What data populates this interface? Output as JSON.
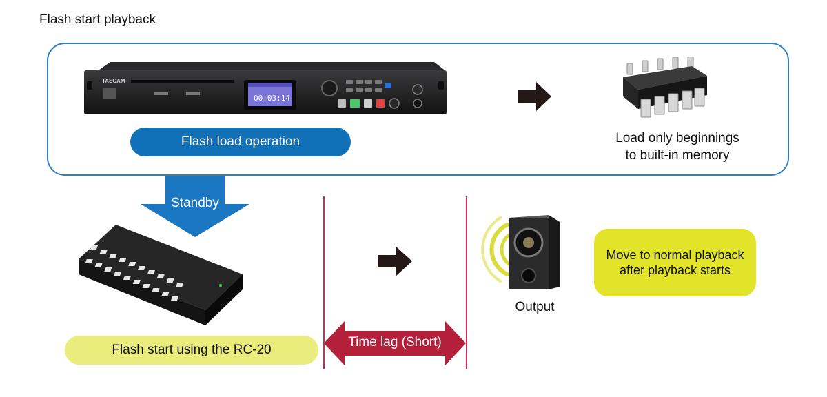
{
  "title": "Flash start playback",
  "flash_load_label": "Flash load operation",
  "memory_label_line1": "Load only beginnings",
  "memory_label_line2": "to built-in memory",
  "standby_label": "Standby",
  "rc20_label": "Flash start using the RC-20",
  "timelag_label": "Time lag (Short)",
  "output_label": "Output",
  "normal_playback_line1": "Move to normal playback",
  "normal_playback_line2": "after playback starts",
  "device_logo": "TASCAM",
  "device_display": "00:03:14",
  "colors": {
    "box_border": "#2f7fc8",
    "blue_pill": "#1171b8",
    "yellow_pill_left": "#eaec7b",
    "yellow_pill_right": "#e2e42a",
    "arrow_blue": "#1c77c3",
    "timelag_arrow": "#b41f3a",
    "divider_lines": "#d22a55",
    "black_arrow": "#231815"
  }
}
